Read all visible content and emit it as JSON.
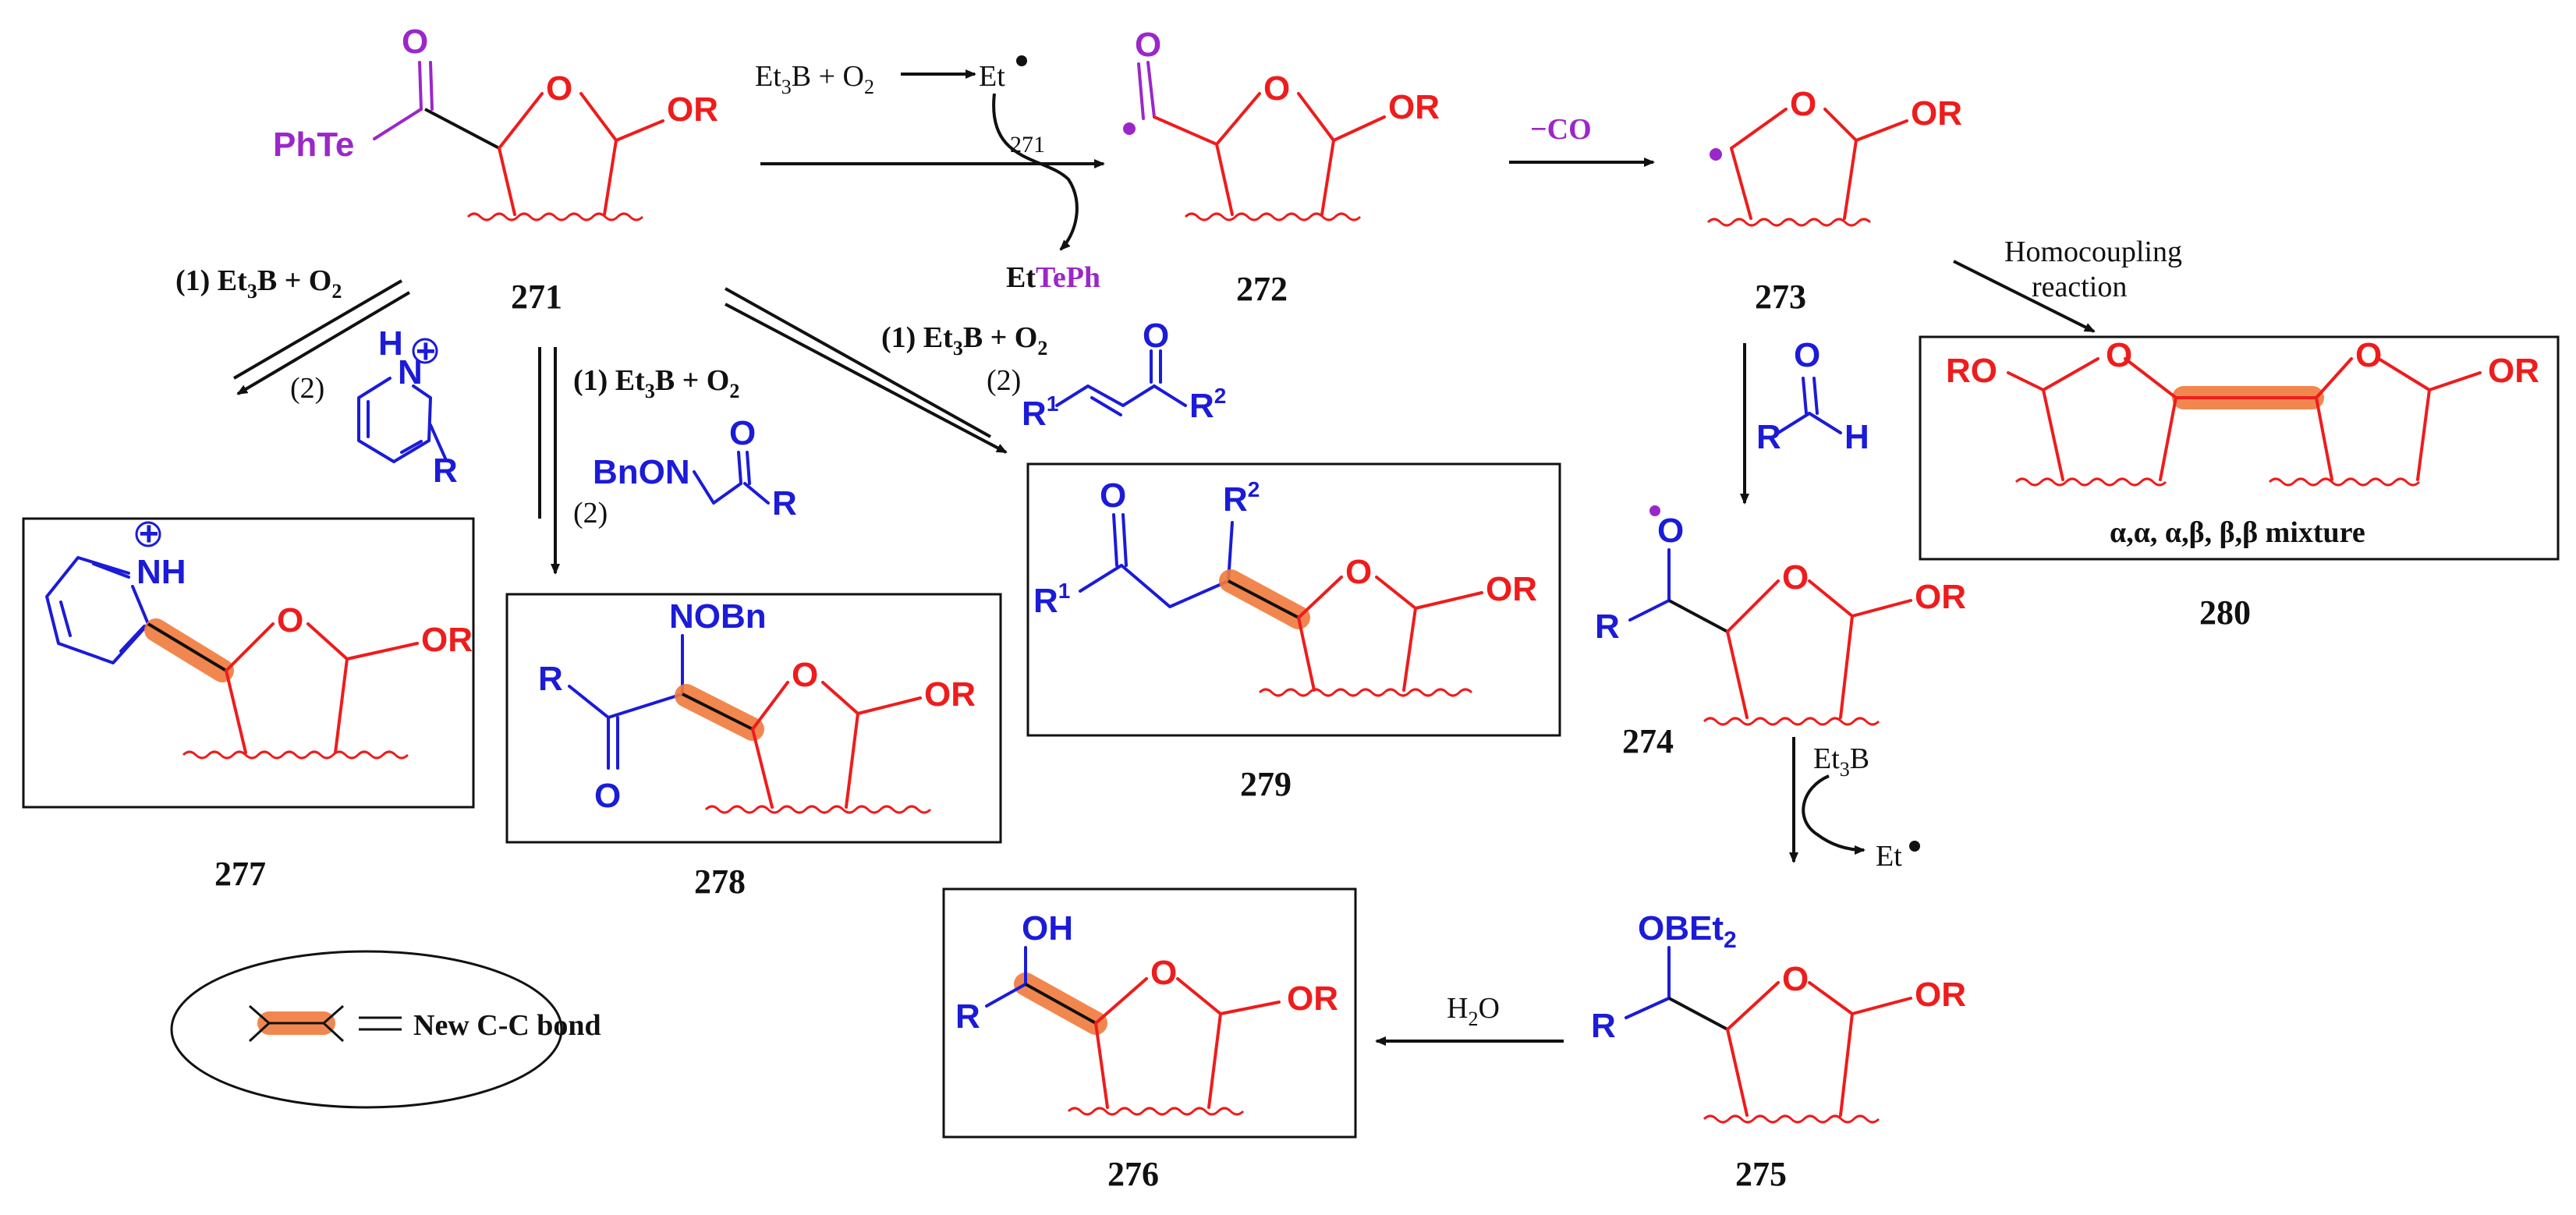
{
  "compounds": {
    "c271": {
      "label": "271",
      "acyl": "PhTe",
      "o": "O",
      "ring_o": "O",
      "or": "OR"
    },
    "c272": {
      "label": "272",
      "o": "O",
      "ring_o": "O",
      "or": "OR"
    },
    "c273": {
      "label": "273",
      "ring_o": "O",
      "or": "OR"
    },
    "c274": {
      "label": "274",
      "o": "O",
      "r": "R",
      "ring_o": "O",
      "or": "OR"
    },
    "c275": {
      "label": "275",
      "obet2": "OBEt",
      "obet2_sub": "2",
      "r": "R",
      "ring_o": "O",
      "or": "OR"
    },
    "c276": {
      "label": "276",
      "oh": "OH",
      "r": "R",
      "ring_o": "O",
      "or": "OR"
    },
    "c277": {
      "label": "277",
      "nh": "NH",
      "plus": "+",
      "ring_o": "O",
      "or": "OR"
    },
    "c278": {
      "label": "278",
      "nobn": "NOBn",
      "r": "R",
      "o": "O",
      "ring_o": "O",
      "or": "OR"
    },
    "c279": {
      "label": "279",
      "o": "O",
      "r1": "R",
      "r1_sup": "1",
      "r2": "R",
      "r2_sup": "2",
      "ring_o": "O",
      "or": "OR"
    },
    "c280": {
      "label": "280",
      "ro": "RO",
      "or": "OR",
      "ring_o": "O",
      "mixture": "α,α, α,β, β,β mixture"
    }
  },
  "reagents": {
    "initiation": {
      "lhs": "Et",
      "lhs_sub": "3",
      "lhs_rest": "B + O",
      "lhs_sub2": "2",
      "et": "Et",
      "from": "271",
      "byproduct_et": "Et",
      "byproduct_teph": "TePh"
    },
    "decarbonylation": "−CO",
    "homocoupling_1": "Homocoupling",
    "homocoupling_2": "reaction",
    "step1_a": "(1) Et",
    "step1_sub3": "3",
    "step1_b": "B + O",
    "step1_sub2": "2",
    "step2": "(2)",
    "pyridinium": {
      "n": "N",
      "h": "H",
      "plus": "+",
      "r": "R"
    },
    "oxime": {
      "bnon": "BnON",
      "o": "O",
      "r": "R"
    },
    "enone": {
      "r1": "R",
      "r1_sup": "1",
      "o": "O",
      "r2": "R",
      "r2_sup": "2"
    },
    "aldehyde": {
      "o": "O",
      "r": "R",
      "h": "H"
    },
    "et3b": {
      "et": "Et",
      "sub": "3",
      "b": "B"
    },
    "et_radical": "Et",
    "water": {
      "h": "H",
      "sub": "2",
      "o": "O"
    }
  },
  "legend": {
    "text": "New C-C bond"
  },
  "colors": {
    "red": "#ee1c1c",
    "blue": "#1b1bd8",
    "purple": "#9b27c9",
    "orange": "#ef7a3c",
    "black": "#111111"
  }
}
